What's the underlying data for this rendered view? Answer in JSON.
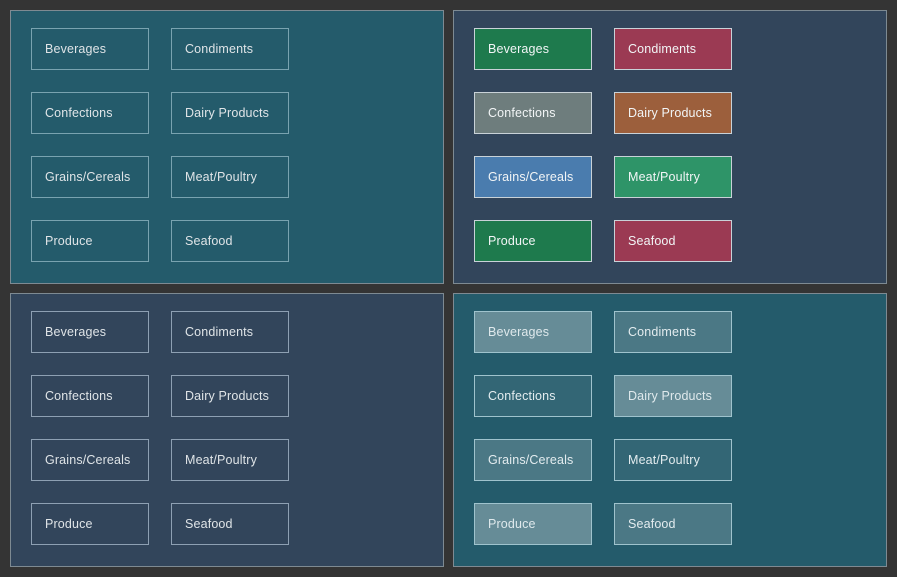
{
  "theme": {
    "page_background": "#343434",
    "panel_border": "#7e8a92",
    "panel_teal": "#245b6b",
    "panel_navy": "#32455b",
    "outline_border_teal": "#79a3b0",
    "outline_border_navy": "#8ea0b3",
    "label_color": "#dfe4e7"
  },
  "categories": [
    "Beverages",
    "Condiments",
    "Confections",
    "Dairy Products",
    "Grains/Cereals",
    "Meat/Poultry",
    "Produce",
    "Seafood"
  ],
  "panels": [
    {
      "name": "outline-on-teal",
      "background": "#245b6b",
      "variant": "outline",
      "buttons": [
        {
          "label": "Beverages",
          "fill": "transparent"
        },
        {
          "label": "Condiments",
          "fill": "transparent"
        },
        {
          "label": "Confections",
          "fill": "transparent"
        },
        {
          "label": "Dairy Products",
          "fill": "transparent"
        },
        {
          "label": "Grains/Cereals",
          "fill": "transparent"
        },
        {
          "label": "Meat/Poultry",
          "fill": "transparent"
        },
        {
          "label": "Produce",
          "fill": "transparent"
        },
        {
          "label": "Seafood",
          "fill": "transparent"
        }
      ]
    },
    {
      "name": "solid-on-navy",
      "background": "#32455b",
      "variant": "solid",
      "buttons": [
        {
          "label": "Beverages",
          "fill": "#1e7a4d"
        },
        {
          "label": "Condiments",
          "fill": "#9b3a53"
        },
        {
          "label": "Confections",
          "fill": "#6e7d7d"
        },
        {
          "label": "Dairy Products",
          "fill": "#9c5f3c"
        },
        {
          "label": "Grains/Cereals",
          "fill": "#4a7cae"
        },
        {
          "label": "Meat/Poultry",
          "fill": "#2e9468"
        },
        {
          "label": "Produce",
          "fill": "#1e7a4d"
        },
        {
          "label": "Seafood",
          "fill": "#9b3a53"
        }
      ]
    },
    {
      "name": "outline-on-navy",
      "background": "#32455b",
      "variant": "outline",
      "buttons": [
        {
          "label": "Beverages",
          "fill": "transparent"
        },
        {
          "label": "Condiments",
          "fill": "transparent"
        },
        {
          "label": "Confections",
          "fill": "transparent"
        },
        {
          "label": "Dairy Products",
          "fill": "transparent"
        },
        {
          "label": "Grains/Cereals",
          "fill": "transparent"
        },
        {
          "label": "Meat/Poultry",
          "fill": "transparent"
        },
        {
          "label": "Produce",
          "fill": "transparent"
        },
        {
          "label": "Seafood",
          "fill": "transparent"
        }
      ]
    },
    {
      "name": "tinted-on-teal",
      "background": "#245b6b",
      "variant": "tint",
      "buttons": [
        {
          "label": "Beverages",
          "fill": "rgba(255,255,255,0.30)",
          "tint_level": 1
        },
        {
          "label": "Condiments",
          "fill": "rgba(255,255,255,0.18)",
          "tint_level": 2
        },
        {
          "label": "Confections",
          "fill": "rgba(255,255,255,0.07)",
          "tint_level": 3
        },
        {
          "label": "Dairy Products",
          "fill": "rgba(255,255,255,0.30)",
          "tint_level": 1
        },
        {
          "label": "Grains/Cereals",
          "fill": "rgba(255,255,255,0.18)",
          "tint_level": 2
        },
        {
          "label": "Meat/Poultry",
          "fill": "rgba(255,255,255,0.07)",
          "tint_level": 3
        },
        {
          "label": "Produce",
          "fill": "rgba(255,255,255,0.30)",
          "tint_level": 1
        },
        {
          "label": "Seafood",
          "fill": "rgba(255,255,255,0.18)",
          "tint_level": 2
        }
      ]
    }
  ]
}
